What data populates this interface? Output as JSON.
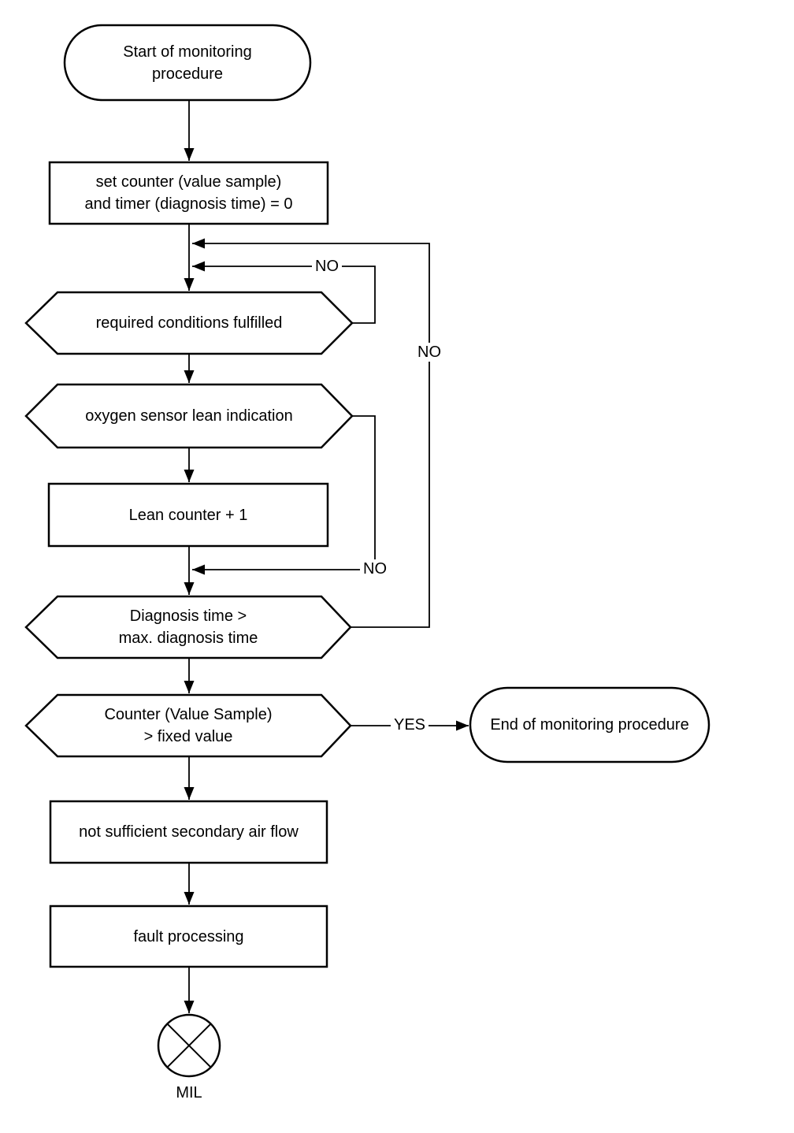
{
  "diagram": {
    "background": "#ffffff",
    "line_color": "#000000",
    "text_color": "#000000",
    "nodes": {
      "start": {
        "type": "terminator",
        "label": "Start of monitoring\nprocedure"
      },
      "init_counters": {
        "type": "process",
        "label": "set counter (value sample)\nand timer (diagnosis time) = 0"
      },
      "required_conditions": {
        "type": "decision",
        "label": "required conditions fulfilled"
      },
      "oxygen_sensor": {
        "type": "decision",
        "label": "oxygen sensor lean indication"
      },
      "lean_counter": {
        "type": "process",
        "label": "Lean counter + 1"
      },
      "diagnosis_time": {
        "type": "decision",
        "label": "Diagnosis time >\nmax. diagnosis time"
      },
      "counter_check": {
        "type": "decision",
        "label": "Counter (Value Sample)\n> fixed value"
      },
      "end": {
        "type": "terminator",
        "label": "End of monitoring procedure"
      },
      "insufficient_air": {
        "type": "process",
        "label": "not sufficient secondary air flow"
      },
      "fault_processing": {
        "type": "process",
        "label": "fault processing"
      },
      "mil": {
        "type": "indicator",
        "label": "MIL"
      }
    },
    "edge_labels": {
      "required_conditions_no": "NO",
      "oxygen_sensor_no": "NO",
      "diagnosis_time_no": "NO",
      "counter_check_yes": "YES"
    }
  }
}
